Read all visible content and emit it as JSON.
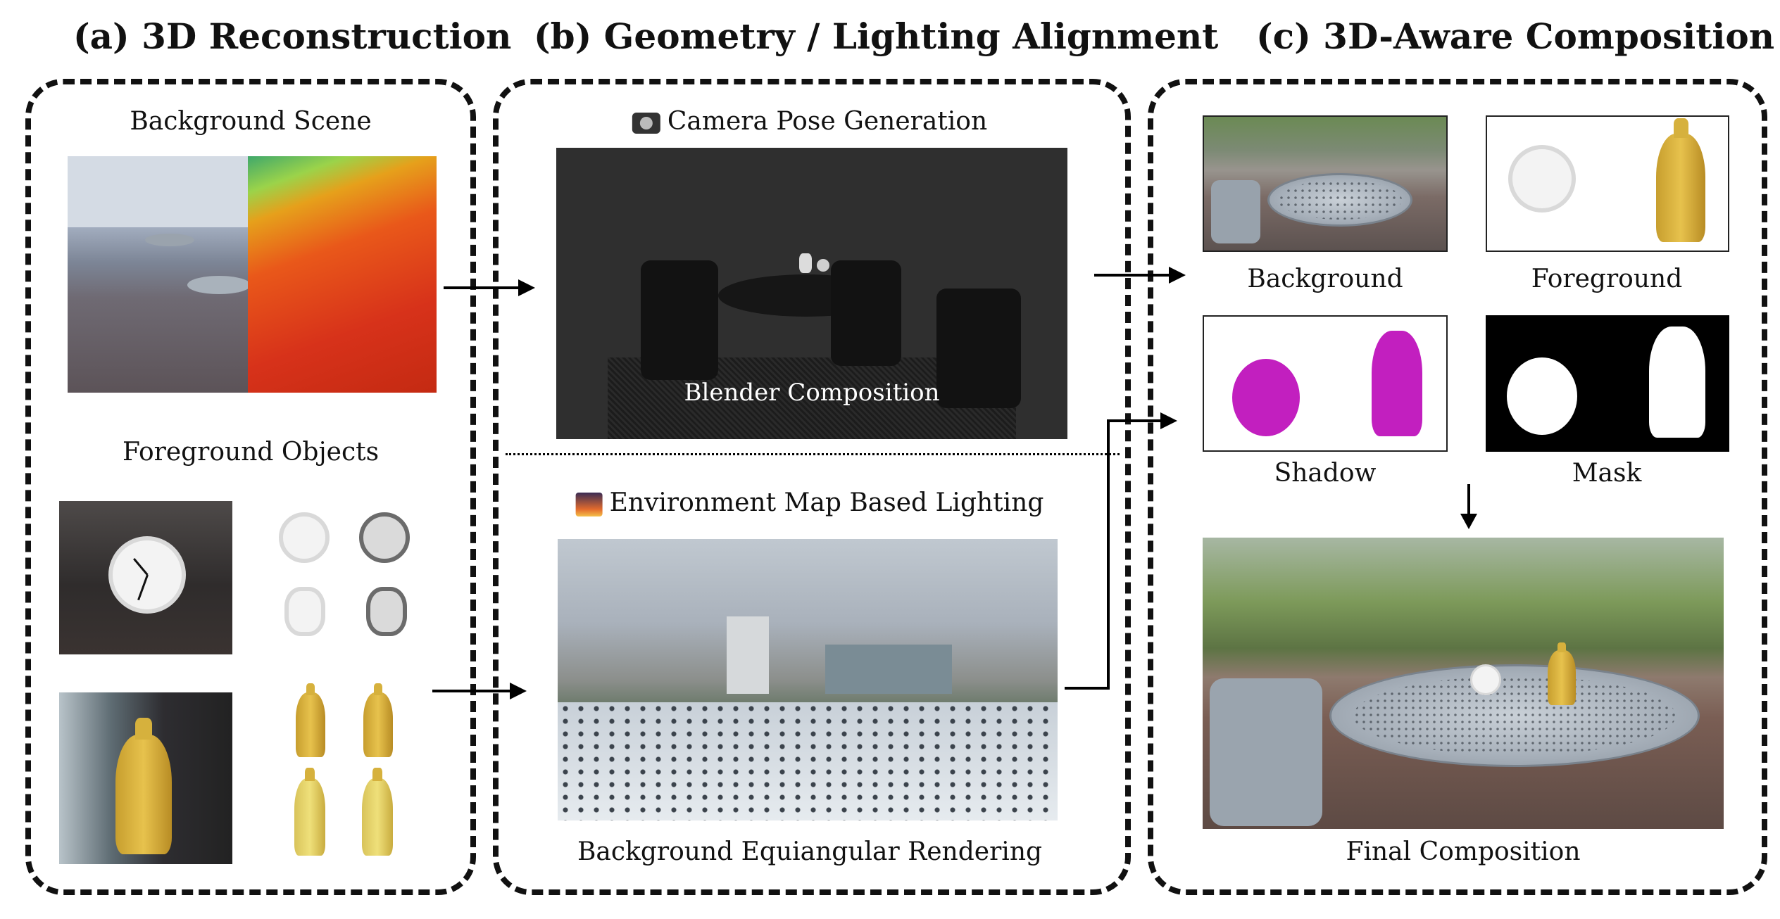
{
  "sections": {
    "a": {
      "title": "(a) 3D Reconstruction",
      "background_label": "Background Scene",
      "foreground_label": "Foreground Objects"
    },
    "b": {
      "title": "(b) Geometry / Lighting Alignment",
      "camera_label": "Camera Pose Generation",
      "camera_icon": "camera-icon",
      "blender_label": "Blender Composition",
      "envmap_label": "Environment Map Based Lighting",
      "envmap_icon": "sunset-icon",
      "pano_label": "Background Equiangular Rendering"
    },
    "c": {
      "title": "(c) 3D-Aware Composition",
      "background_label": "Background",
      "foreground_label": "Foreground",
      "shadow_label": "Shadow",
      "mask_label": "Mask",
      "final_label": "Final Composition"
    }
  },
  "colors": {
    "border": "#111111",
    "shadow_magenta": "#c21fbf",
    "depth_red": "#d7321a"
  }
}
